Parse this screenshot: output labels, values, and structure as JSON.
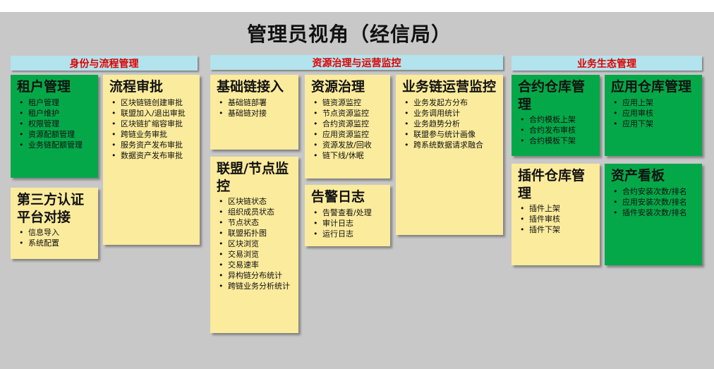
{
  "title": "管理员视角（经信局）",
  "bands": [
    {
      "id": "identity",
      "label": "身份与流程管理"
    },
    {
      "id": "resource",
      "label": "资源治理与运营监控"
    },
    {
      "id": "ecosystem",
      "label": "业务生态管理"
    }
  ],
  "cards": {
    "tenant": {
      "title": "租户管理",
      "items": [
        "租户管理",
        "租户维护",
        "权限管理",
        "资源配额管理",
        "业务链配额管理"
      ]
    },
    "third_party": {
      "title": "第三方认证平台对接",
      "items": [
        "信息导入",
        "系统配置"
      ]
    },
    "workflow": {
      "title": "流程审批",
      "items": [
        "区块链链创建审批",
        "联盟加入/退出审批",
        "区块链扩缩容审批",
        "跨链业务审批",
        "服务资产发布审批",
        "数据资产发布审批"
      ]
    },
    "base_chain": {
      "title": "基础链接入",
      "items": [
        "基础链部署",
        "基础链对接"
      ]
    },
    "alliance": {
      "title": "联盟/节点监控",
      "items": [
        "区块链状态",
        "组织成员状态",
        "节点状态",
        "联盟拓扑图",
        "区块浏览",
        "交易浏览",
        "交易速率",
        "异构链分布统计",
        "跨链业务分析统计"
      ]
    },
    "governance": {
      "title": "资源治理",
      "items": [
        "链资源监控",
        "节点资源监控",
        "合约资源监控",
        "应用资源监控",
        "资源发放/回收",
        "链下线/休眠"
      ]
    },
    "alerts": {
      "title": "告警日志",
      "items": [
        "告警查看/处理",
        "审计日志",
        "运行日志"
      ]
    },
    "operations": {
      "title": "业务链运营监控",
      "items": [
        "业务发起方分布",
        "业务调用统计",
        "业务趋势分析",
        "联盟参与统计画像",
        "跨系统数据请求融合"
      ]
    },
    "contract_repo": {
      "title": "合约仓库管理",
      "items": [
        "合约模板上架",
        "合约发布审核",
        "合约模板下架"
      ]
    },
    "app_repo": {
      "title": "应用仓库管理",
      "items": [
        "应用上架",
        "应用审核",
        "应用下架"
      ]
    },
    "plugin_repo": {
      "title": "插件仓库管理",
      "items": [
        "插件上架",
        "插件审核",
        "插件下架"
      ]
    },
    "asset_board": {
      "title": "资产看板",
      "items": [
        "合约安装次数/排名",
        "应用安装次数/排名",
        "插件安装次数/排名"
      ]
    }
  },
  "colors": {
    "yellow": "#fbeb9c",
    "green": "#05a849",
    "band": "#b3e3ec",
    "band_text": "#e00000",
    "canvas": "#c8c8c8"
  }
}
